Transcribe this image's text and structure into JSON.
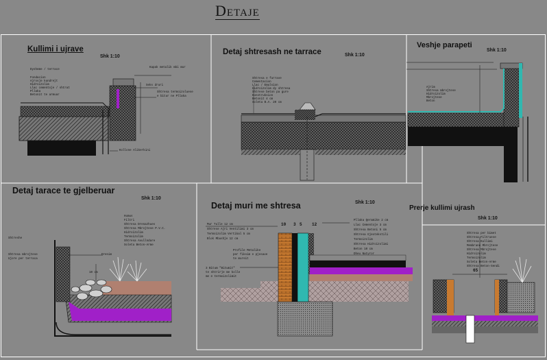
{
  "page": {
    "title": "Detaje"
  },
  "colors": {
    "background": "#888888",
    "frame": "#ffffff",
    "ink": "#111111",
    "waterproof": "#a020c8",
    "brick": "#c87a30",
    "insulation": "#30b8b0",
    "soil": "#b08070",
    "pink": "#d8a0a0",
    "gravel": "#d0d0d0",
    "plant": "#e8e8e8"
  },
  "panels": {
    "kullimi": {
      "title": "Kullimi i ujrave",
      "scale": "Shk 1:10",
      "notes": [
        "Dysheme / terrace",
        "Fondacion",
        "Ajrosje kundrejt",
        "Hidroizolim",
        "Llac cementoje / shtrat",
        "Pllaka",
        "Betonit te armuar"
      ],
      "labels": {
        "top": "Kapak metalik mbi mur",
        "side": "Seks druri",
        "right1": "Shtresa termoizoluese",
        "right2": "e bitur ne Pllaka",
        "bottom": "Kollone Alikerkini"
      }
    },
    "tarrace": {
      "title": "Detaj shtresash ne tarrace",
      "scale": "Shk 1:10",
      "notes": [
        "Shtresa e furrave",
        "Cementacion",
        "Llac / Emulsion",
        "Hidroizolim dy shtresa",
        "Shtrese beton pa gure",
        "Konstruksion",
        "Betonit 4 cm",
        "Soleta B.A. 20 cm"
      ]
    },
    "parapeti": {
      "title": "Veshje parapeti",
      "scale": "Shk 1:10",
      "notes": [
        "Ajrim",
        "Shtresa mbrojtese",
        "Hidroizolim",
        "Mbrojtese",
        "Beton"
      ]
    },
    "gjelberuar": {
      "title": "Detaj tarace te gjelberuar",
      "scale": "Shk 1:10",
      "notes": [
        "Humus",
        "Filtri",
        "Shtresa Drenazhues",
        "Shtresa Mbrojtese P.V.C.",
        "Hidroizolim",
        "Termoizolim",
        "Shtresa Avullndare",
        "Soleta Beton-Arme"
      ],
      "labels": {
        "left1": "Shtreshe",
        "left2": "Shtresa mbrojtese",
        "left3": "Ujore per terraca",
        "dim": "10 cm",
        "drain": "Drenim"
      }
    },
    "muri": {
      "title": "Detaj muri me shtresa",
      "scale": "Shk 1:10",
      "dims": [
        "10",
        "3",
        "5",
        "12"
      ],
      "notes_left": [
        "Mur Tulle 12 cm",
        "Shtrese Ajri Ventilimi 3 cm",
        "Termoizolim Vertikal 5 cm",
        "Blok Mbushje 12 cm"
      ],
      "notes_right": [
        "Pllaka Qeramike 2 cm",
        "Llac Cementoje 3 cm",
        "Shtresa Betoni 5 cm",
        "Shtresa Gjeotekstili",
        "Termoizolim",
        "Shtresa Hidroizolimi",
        "Beton 10 cm",
        "Dheu Natyror"
      ],
      "labels": {
        "profile1": "Profile Metalike",
        "profile2": "per fiksim e pjesave",
        "profile3": "te mureit",
        "blank1": "3 Bitum \"Bitumit\"",
        "blank2": "te shtrirje me kolle",
        "blank3": "me e termoizolimit"
      }
    },
    "prerje": {
      "title": "Prerje kullimi ujrash",
      "scale": "Shk 1:10",
      "notes": [
        "Shtresa per bimet",
        "Shtresa Filtruese",
        "Shtresa Kullimi",
        "Membrane Mbrojtese",
        "Shtresa Mbrojtese",
        "Hidroizolim",
        "Termoizolim",
        "Soleta Beton-Arme",
        "Shtresa Beton-Sendi"
      ],
      "dim": "65"
    }
  }
}
